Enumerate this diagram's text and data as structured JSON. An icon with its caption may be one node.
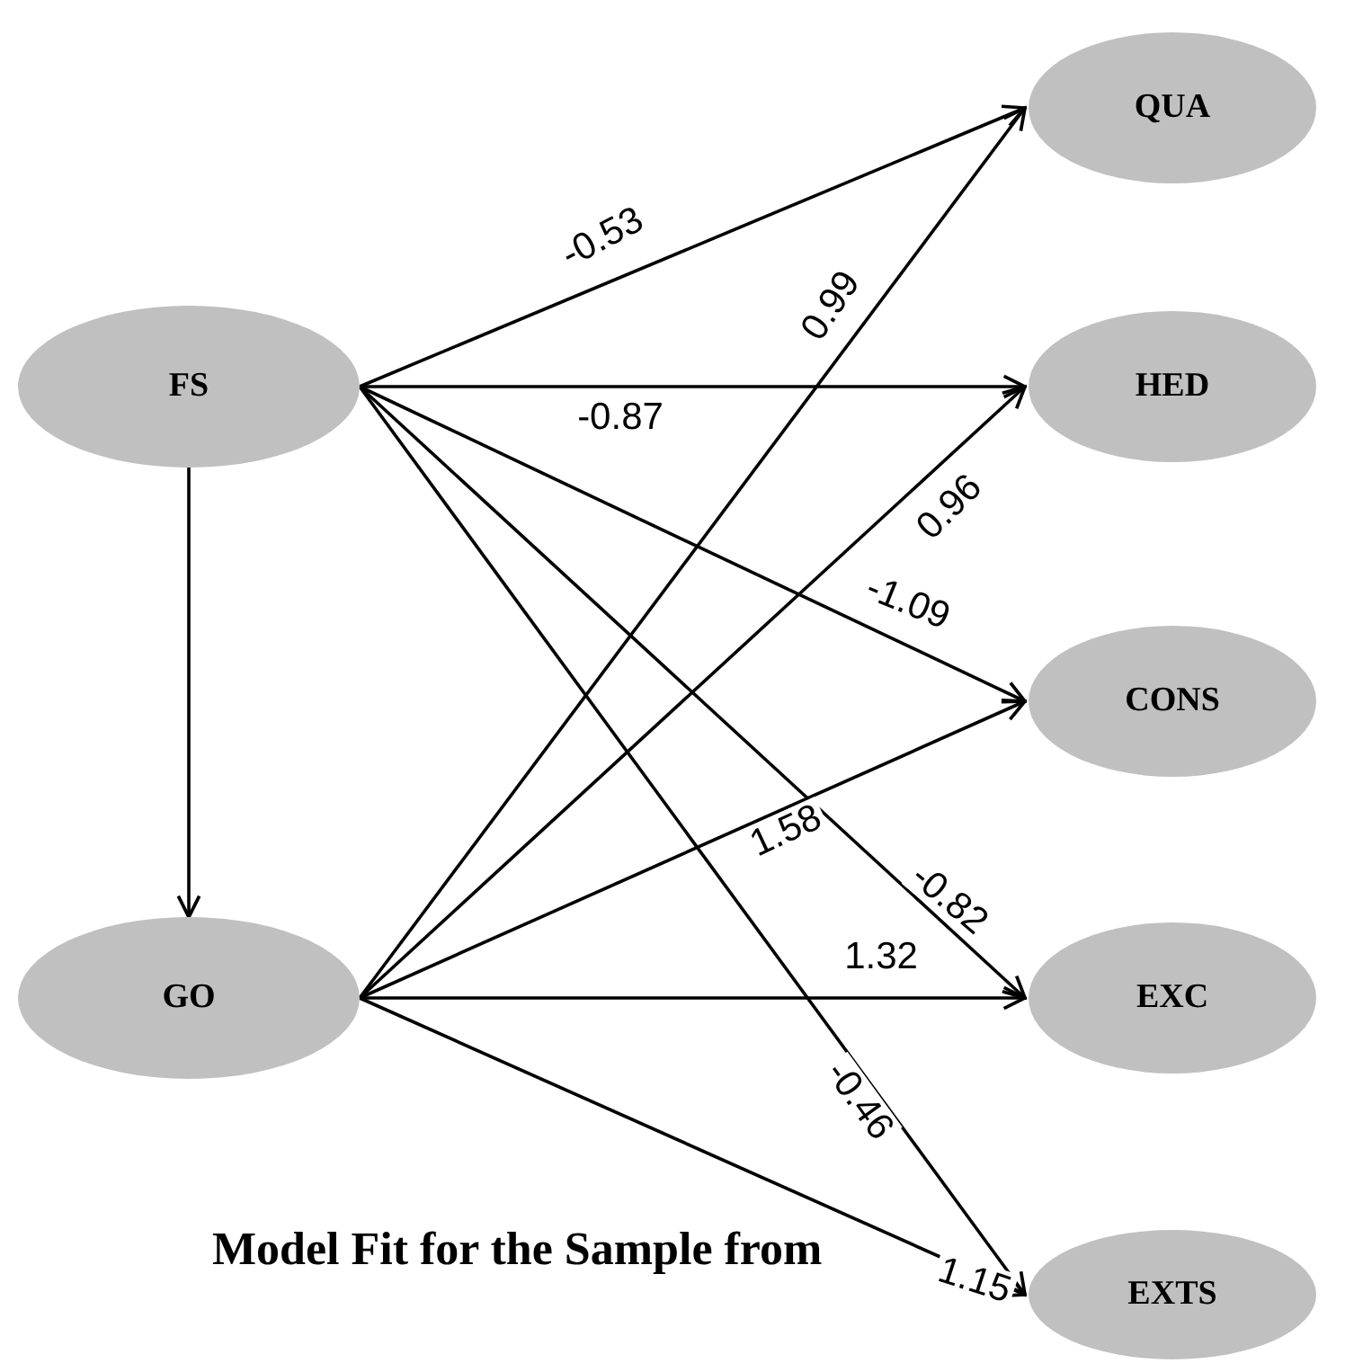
{
  "diagram": {
    "nodes": [
      {
        "text": [
          "FS"
        ]
      },
      {
        "text": [
          "GO"
        ]
      },
      {
        "text": [
          "QUA"
        ]
      },
      {
        "text": [
          "HED"
        ]
      },
      {
        "text": [
          "CONS"
        ]
      },
      {
        "text": [
          "EXC"
        ]
      },
      {
        "text": [
          "EXTS"
        ]
      }
    ],
    "edges": [
      {
        "from": 0,
        "to": 1,
        "arrow": "to"
      },
      {
        "from": 0,
        "to": 2,
        "arrow": "to",
        "label": "-0.53"
      },
      {
        "from": 0,
        "to": 3,
        "arrow": "to",
        "label": "-0.87"
      },
      {
        "from": 0,
        "to": 4,
        "arrow": "to",
        "label": "-1.09"
      },
      {
        "from": 0,
        "to": 5,
        "arrow": "to",
        "label": "-0.82"
      },
      {
        "from": 0,
        "to": 6,
        "arrow": "to",
        "label": "-0.46"
      },
      {
        "from": 1,
        "to": 2,
        "arrow": "to",
        "label": "0.99"
      },
      {
        "from": 1,
        "to": 3,
        "arrow": "to",
        "label": "0.96"
      },
      {
        "from": 1,
        "to": 4,
        "arrow": "to",
        "label": "1.58"
      },
      {
        "from": 1,
        "to": 5,
        "arrow": "to",
        "label": "1.32"
      },
      {
        "from": 1,
        "to": 6,
        "arrow": "to",
        "label": "1.15"
      }
    ],
    "labels": [
      "Model Fit for the Sample from"
    ]
  }
}
